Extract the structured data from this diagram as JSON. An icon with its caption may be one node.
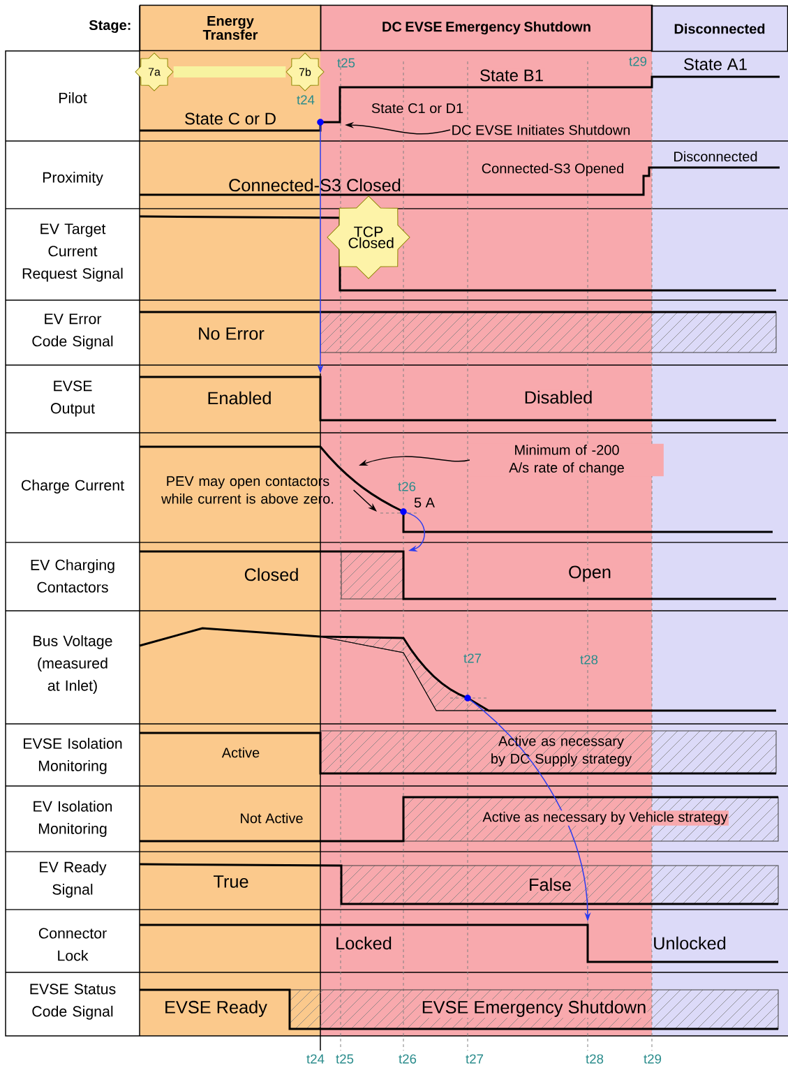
{
  "diagram": {
    "nodes": [
      {
        "text": [
          "Energy Transfer"
        ]
      },
      {
        "text": [
          "DC EVSE Emergency Shutdown"
        ]
      },
      {
        "text": [
          "Disconnected"
        ]
      },
      {
        "text": [
          "7a"
        ]
      },
      {
        "text": [
          "7b"
        ]
      },
      {
        "text": [
          "TCP Closed"
        ]
      },
      {
        "text": [
          "DC EVSE Initiates Shutdown"
        ]
      },
      {
        "text": [
          "Minimum of -200 A/s rate of change"
        ]
      },
      {
        "text": [
          "PEV may open contactors while current is above zero."
        ]
      },
      {
        "text": [],
        "shape": "circle"
      },
      {
        "text": [],
        "shape": "circle"
      },
      {
        "text": [],
        "shape": "circle"
      }
    ],
    "edges": [
      {
        "from": 3,
        "to": 4,
        "arrow": "none",
        "style": "thick",
        "color": "#f7f3a0"
      },
      {
        "from": 6,
        "to": null,
        "arrow": "to"
      },
      {
        "from": 7,
        "to": null,
        "arrow": "to"
      },
      {
        "from": 8,
        "to": null,
        "arrow": "to"
      },
      {
        "from": 9,
        "to": null,
        "arrow": "to",
        "color": "#2a3cf0"
      },
      {
        "from": 10,
        "to": null,
        "arrow": "to",
        "color": "#2a3cf0"
      },
      {
        "from": 11,
        "to": null,
        "arrow": "to",
        "color": "#2a3cf0"
      }
    ],
    "labels": [
      "Stage:",
      "Pilot",
      "t25",
      "t29",
      "State B1",
      "State A1",
      "t24",
      "State C or D",
      "State C1 or D1",
      "Proximity",
      "Disconnected",
      "Connected-S3 Opened",
      "Connected-S3 Closed",
      "EV Target Current Request Signal",
      "EV Error Code Signal",
      "No Error",
      "EVSE Output",
      "Enabled",
      "Disabled",
      "Charge Current",
      "t26",
      "5 A",
      "EV Charging Contactors",
      "Closed",
      "Open",
      "Bus Voltage (measured at Inlet)",
      "t27",
      "t28",
      "EVSE Isolation Monitoring",
      "Active",
      "Active as necessary by DC Supply strategy",
      "EV Isolation Monitoring",
      "Not Active",
      "Active as necessary by Vehicle strategy",
      "EV Ready Signal",
      "True",
      "False",
      "Connector Lock",
      "Locked",
      "Unlocked",
      "EVSE Status Code Signal",
      "EVSE Ready",
      "EVSE Emergency Shutdown",
      "t24",
      "t25",
      "t26",
      "t27",
      "t28",
      "t29"
    ]
  }
}
